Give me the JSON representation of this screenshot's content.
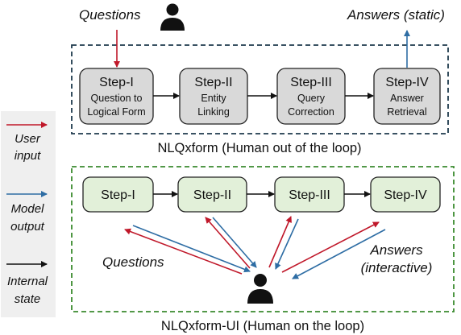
{
  "legend": {
    "user_input": [
      "User",
      "input"
    ],
    "model_output": [
      "Model",
      "output"
    ],
    "internal_state": [
      "Internal",
      "state"
    ]
  },
  "top": {
    "questions": "Questions",
    "answers": "Answers (static)",
    "caption": "NLQxform (Human out of the loop)",
    "steps": [
      {
        "title": "Step-I",
        "sub": [
          "Question to",
          "Logical Form"
        ]
      },
      {
        "title": "Step-II",
        "sub": [
          "Entity",
          "Linking"
        ]
      },
      {
        "title": "Step-III",
        "sub": [
          "Query",
          "Correction"
        ]
      },
      {
        "title": "Step-IV",
        "sub": [
          "Answer",
          "Retrieval"
        ]
      }
    ]
  },
  "bottom": {
    "questions": "Questions",
    "answers": [
      "Answers",
      "(interactive)"
    ],
    "caption": "NLQxform-UI (Human on the loop)",
    "steps": [
      "Step-I",
      "Step-II",
      "Step-III",
      "Step-IV"
    ]
  },
  "colors": {
    "user": "#c0182a",
    "model": "#2e6da4",
    "internal": "#111111",
    "top_box_fill": "#d9d9d9",
    "bottom_box_fill": "#e2f0d9",
    "top_border": "#1f3a4d",
    "bottom_border": "#3a8a2e",
    "legend_bg": "#efefef"
  },
  "icons": [
    "person-icon",
    "person-icon"
  ]
}
